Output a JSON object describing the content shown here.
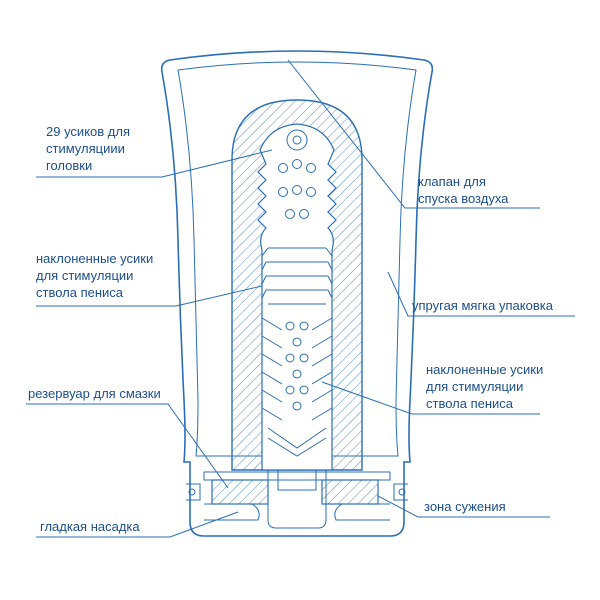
{
  "labels": {
    "heads29": {
      "line1": "29 усиков для",
      "line2": "стимуляциии",
      "line3": "головки"
    },
    "valve": {
      "line1": "клапан для",
      "line2": "спуска воздуха"
    },
    "tilted_left": {
      "line1": "наклоненные усики",
      "line2": "для стимуляции",
      "line3": "ствола пениса"
    },
    "elastic": {
      "line1": "упругая мягка упаковка"
    },
    "tilted_right": {
      "line1": "наклоненные усики",
      "line2": "для стимуляции",
      "line3": "ствола пениса"
    },
    "reservoir": {
      "line1": "резервуар для смазки"
    },
    "narrow_zone": {
      "line1": "зона сужения"
    },
    "smooth_tip": {
      "line1": "гладкая насадка"
    }
  },
  "colors": {
    "line": "#2a6fb5",
    "text": "#1c4f8c",
    "hatch": "#5a8fc8"
  }
}
